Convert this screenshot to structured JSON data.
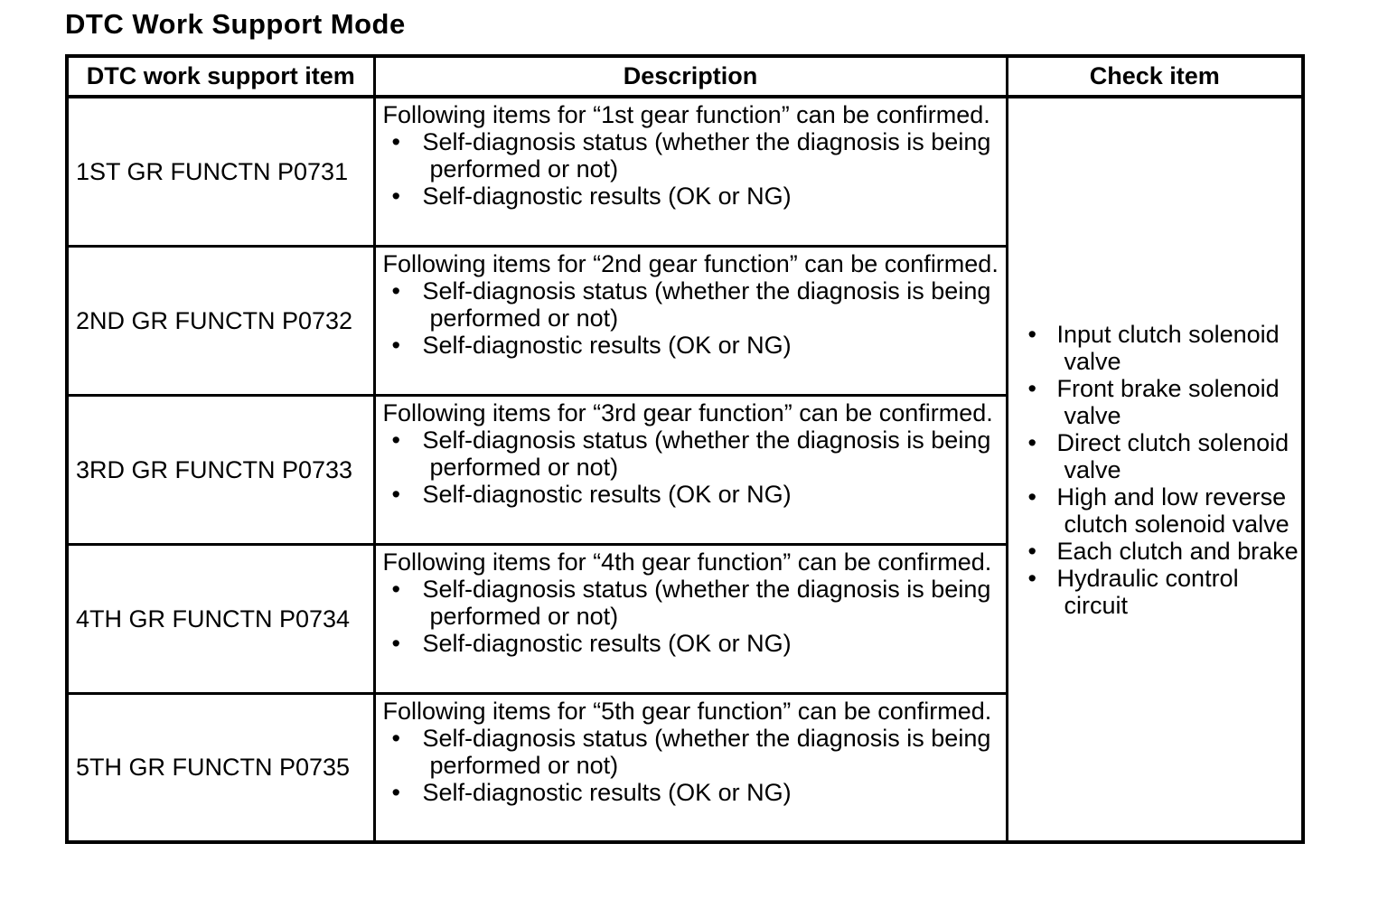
{
  "page": {
    "title": "DTC Work Support Mode"
  },
  "colors": {
    "text": "#000000",
    "border": "#000000",
    "background": "#ffffff"
  },
  "table": {
    "headers": [
      "DTC work support item",
      "Description",
      "Check item"
    ],
    "rows": [
      {
        "item": "1ST GR FUNCTN P0731",
        "description_intro": "Following items for “1st gear function” can be confirmed.",
        "description_bullets": [
          "Self-diagnosis status (whether the diagnosis is being performed or not)",
          "Self-diagnostic results (OK or NG)"
        ]
      },
      {
        "item": "2ND GR FUNCTN P0732",
        "description_intro": "Following items for “2nd gear function” can be confirmed.",
        "description_bullets": [
          "Self-diagnosis status (whether the diagnosis is being performed or not)",
          "Self-diagnostic results (OK or NG)"
        ]
      },
      {
        "item": "3RD GR FUNCTN P0733",
        "description_intro": "Following items for “3rd gear function” can be confirmed.",
        "description_bullets": [
          "Self-diagnosis status (whether the diagnosis is being performed or not)",
          "Self-diagnostic results (OK or NG)"
        ]
      },
      {
        "item": "4TH GR FUNCTN P0734",
        "description_intro": "Following items for “4th gear function” can be confirmed.",
        "description_bullets": [
          "Self-diagnosis status (whether the diagnosis is being performed or not)",
          "Self-diagnostic results (OK or NG)"
        ]
      },
      {
        "item": "5TH GR FUNCTN P0735",
        "description_intro": "Following items for “5th gear function” can be confirmed.",
        "description_bullets": [
          "Self-diagnosis status (whether the diagnosis is being performed or not)",
          "Self-diagnostic results (OK or NG)"
        ]
      }
    ],
    "check_items": [
      "Input clutch solenoid valve",
      "Front brake solenoid valve",
      "Direct clutch solenoid valve",
      "High and low reverse clutch solenoid valve",
      "Each clutch and brake",
      "Hydraulic control circuit"
    ]
  }
}
